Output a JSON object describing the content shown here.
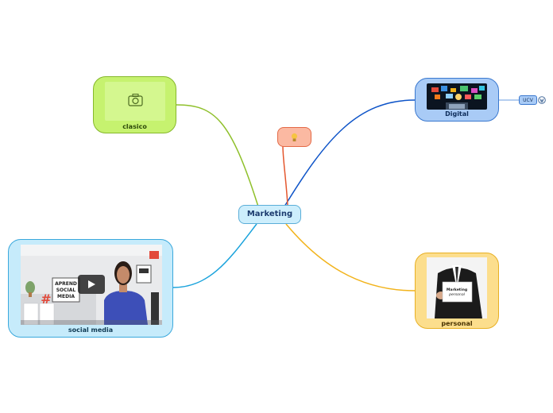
{
  "map": {
    "root": {
      "label": "Marketing"
    },
    "topics": {
      "clasico": {
        "label": "clasico",
        "icon": "camera-icon",
        "color": "#c6f26f",
        "line_color": "#8fc02b"
      },
      "digital": {
        "label": "Digital",
        "image": "digital-technology-image",
        "color": "#a9cbf6",
        "line_color": "#0e54c8"
      },
      "social": {
        "label": "social media",
        "image": "video-thumbnail",
        "color": "#c6ebfb",
        "line_color": "#1aa3dc"
      },
      "personal": {
        "label": "personal",
        "image": "businessman-card-image",
        "color": "#fcde8d",
        "line_color": "#f2b31b"
      },
      "bulb": {
        "icon": "lightbulb-icon",
        "color": "#fbb9a2",
        "line_color": "#e4572e"
      }
    },
    "subtopics": {
      "ucv": {
        "label": "UCV",
        "icon": "wordpress-icon"
      }
    },
    "video": {
      "sign_lines": [
        "APREND",
        "SOCIAL",
        "MEDIA"
      ],
      "hashtag": "#"
    },
    "business_card": {
      "line1": "Marketing",
      "line2": "personal"
    }
  }
}
